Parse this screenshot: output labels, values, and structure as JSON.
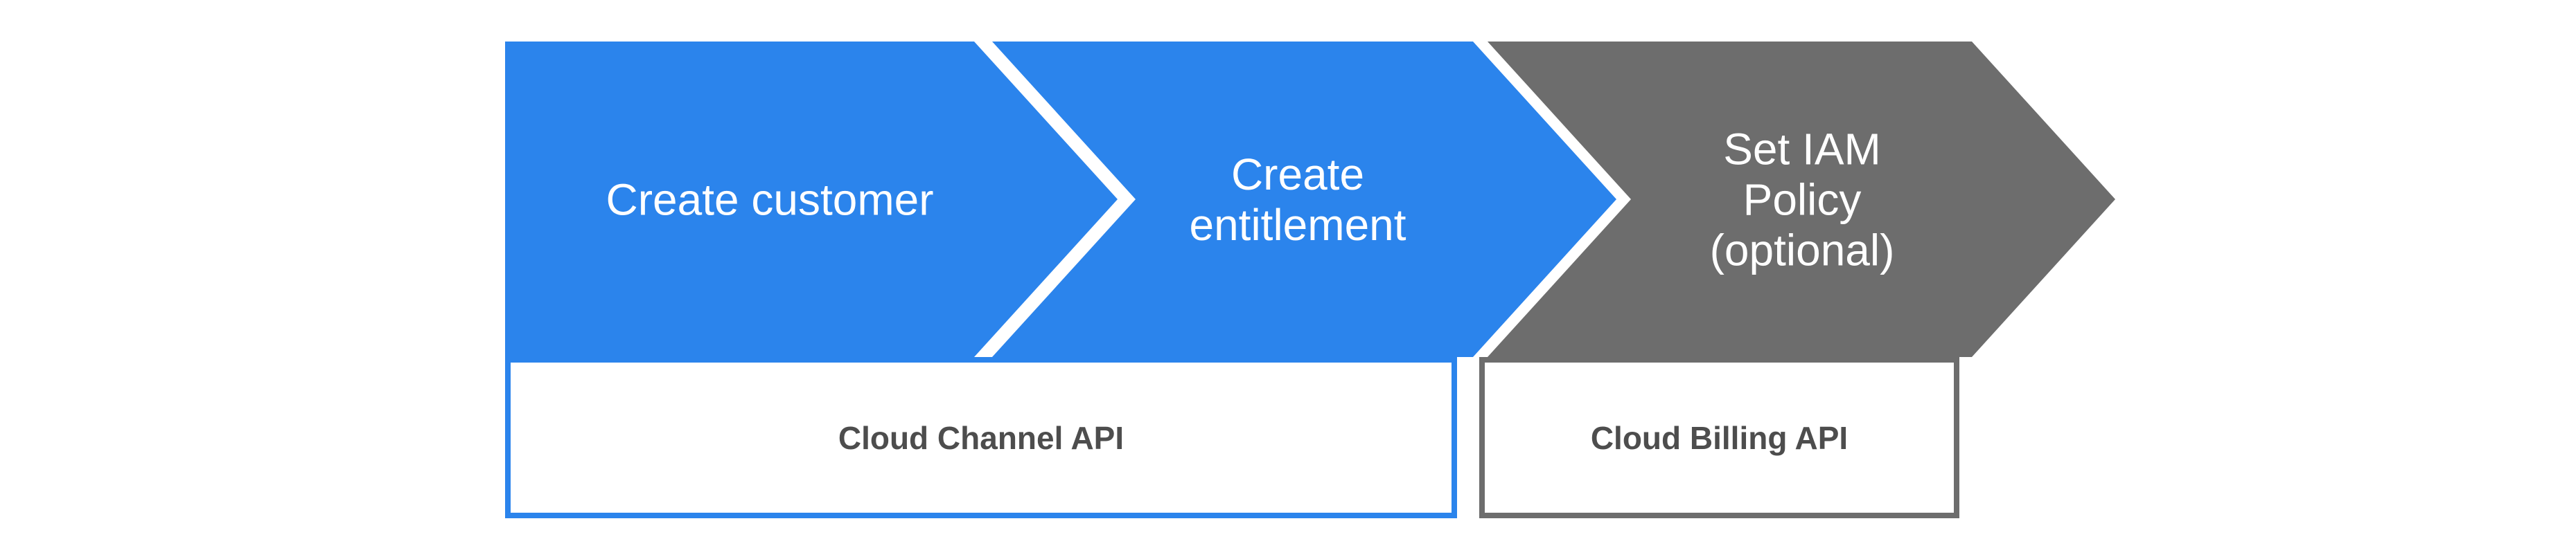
{
  "colors": {
    "arrow_blue": "#2b84ec",
    "arrow_gray": "#6d6d6d",
    "arrow_text": "#ffffff",
    "box_border_blue": "#2b84ec",
    "box_border_gray": "#6d6d6d",
    "box_text": "#4d4d4d",
    "background": "#ffffff"
  },
  "steps": [
    {
      "id": "create-customer",
      "lines": [
        "Create customer"
      ]
    },
    {
      "id": "create-entitlement",
      "lines": [
        "Create",
        "entitlement"
      ]
    },
    {
      "id": "set-iam-policy",
      "lines": [
        "Set IAM",
        "Policy",
        "(optional)"
      ]
    }
  ],
  "api_boxes": [
    {
      "id": "cloud-channel-api",
      "label": "Cloud Channel API"
    },
    {
      "id": "cloud-billing-api",
      "label": "Cloud Billing API"
    }
  ]
}
